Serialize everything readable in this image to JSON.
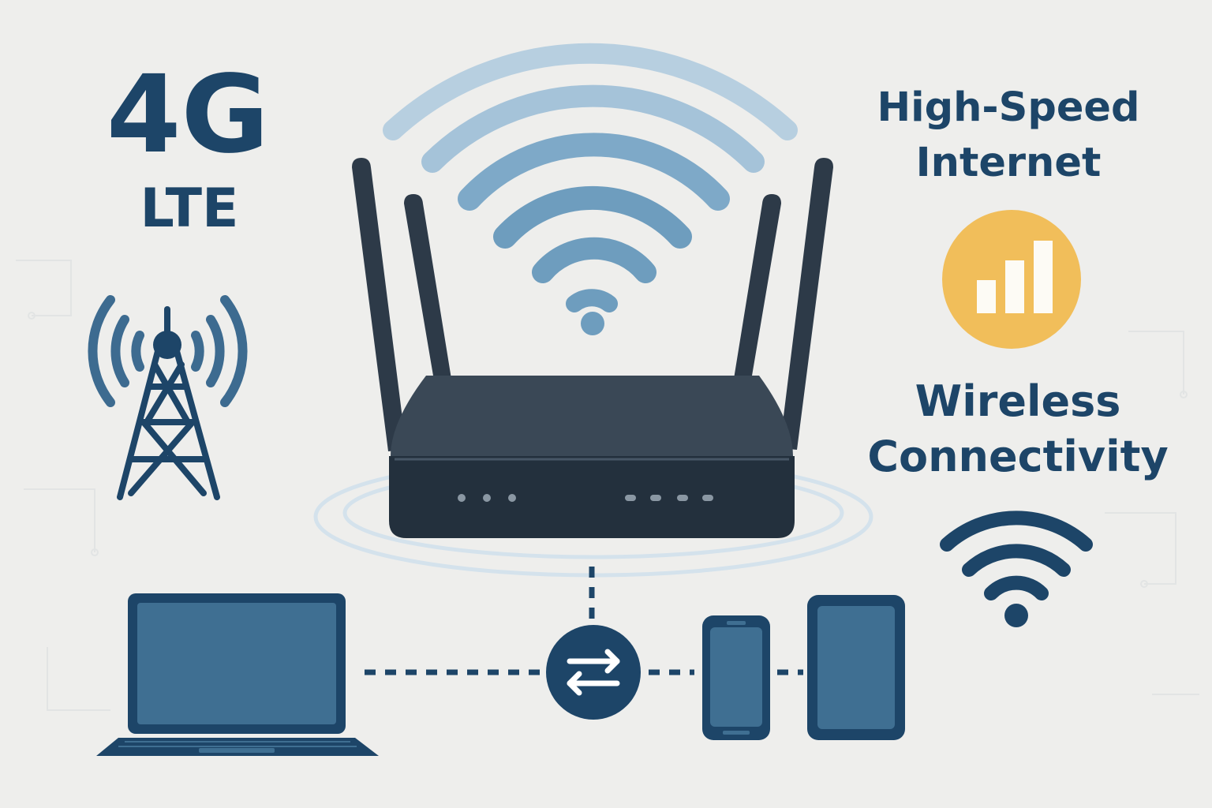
{
  "labels": {
    "tech_main": "4G",
    "tech_sub": "LTE",
    "headline_line1": "High-Speed",
    "headline_line2": "Internet",
    "feature_line1": "Wireless",
    "feature_line2": "Connectivity"
  },
  "colors": {
    "background": "#eeeeec",
    "primary_navy": "#1d4568",
    "icon_blue": "#3d6b90",
    "device_screen": "#3f6f92",
    "router_body": "#2d3a48",
    "router_top": "#3a4856",
    "signal_light": "#a9c6da",
    "signal_mid": "#6e9dbe",
    "accent_yellow": "#f1be5a"
  },
  "icons": {
    "tower": "cell-tower-icon",
    "router": "wifi-router-icon",
    "wifi": "wifi-icon",
    "signal": "signal-bars-icon",
    "laptop": "laptop-icon",
    "phone": "smartphone-icon",
    "tablet": "tablet-icon",
    "hub": "transfer-arrows-icon"
  }
}
